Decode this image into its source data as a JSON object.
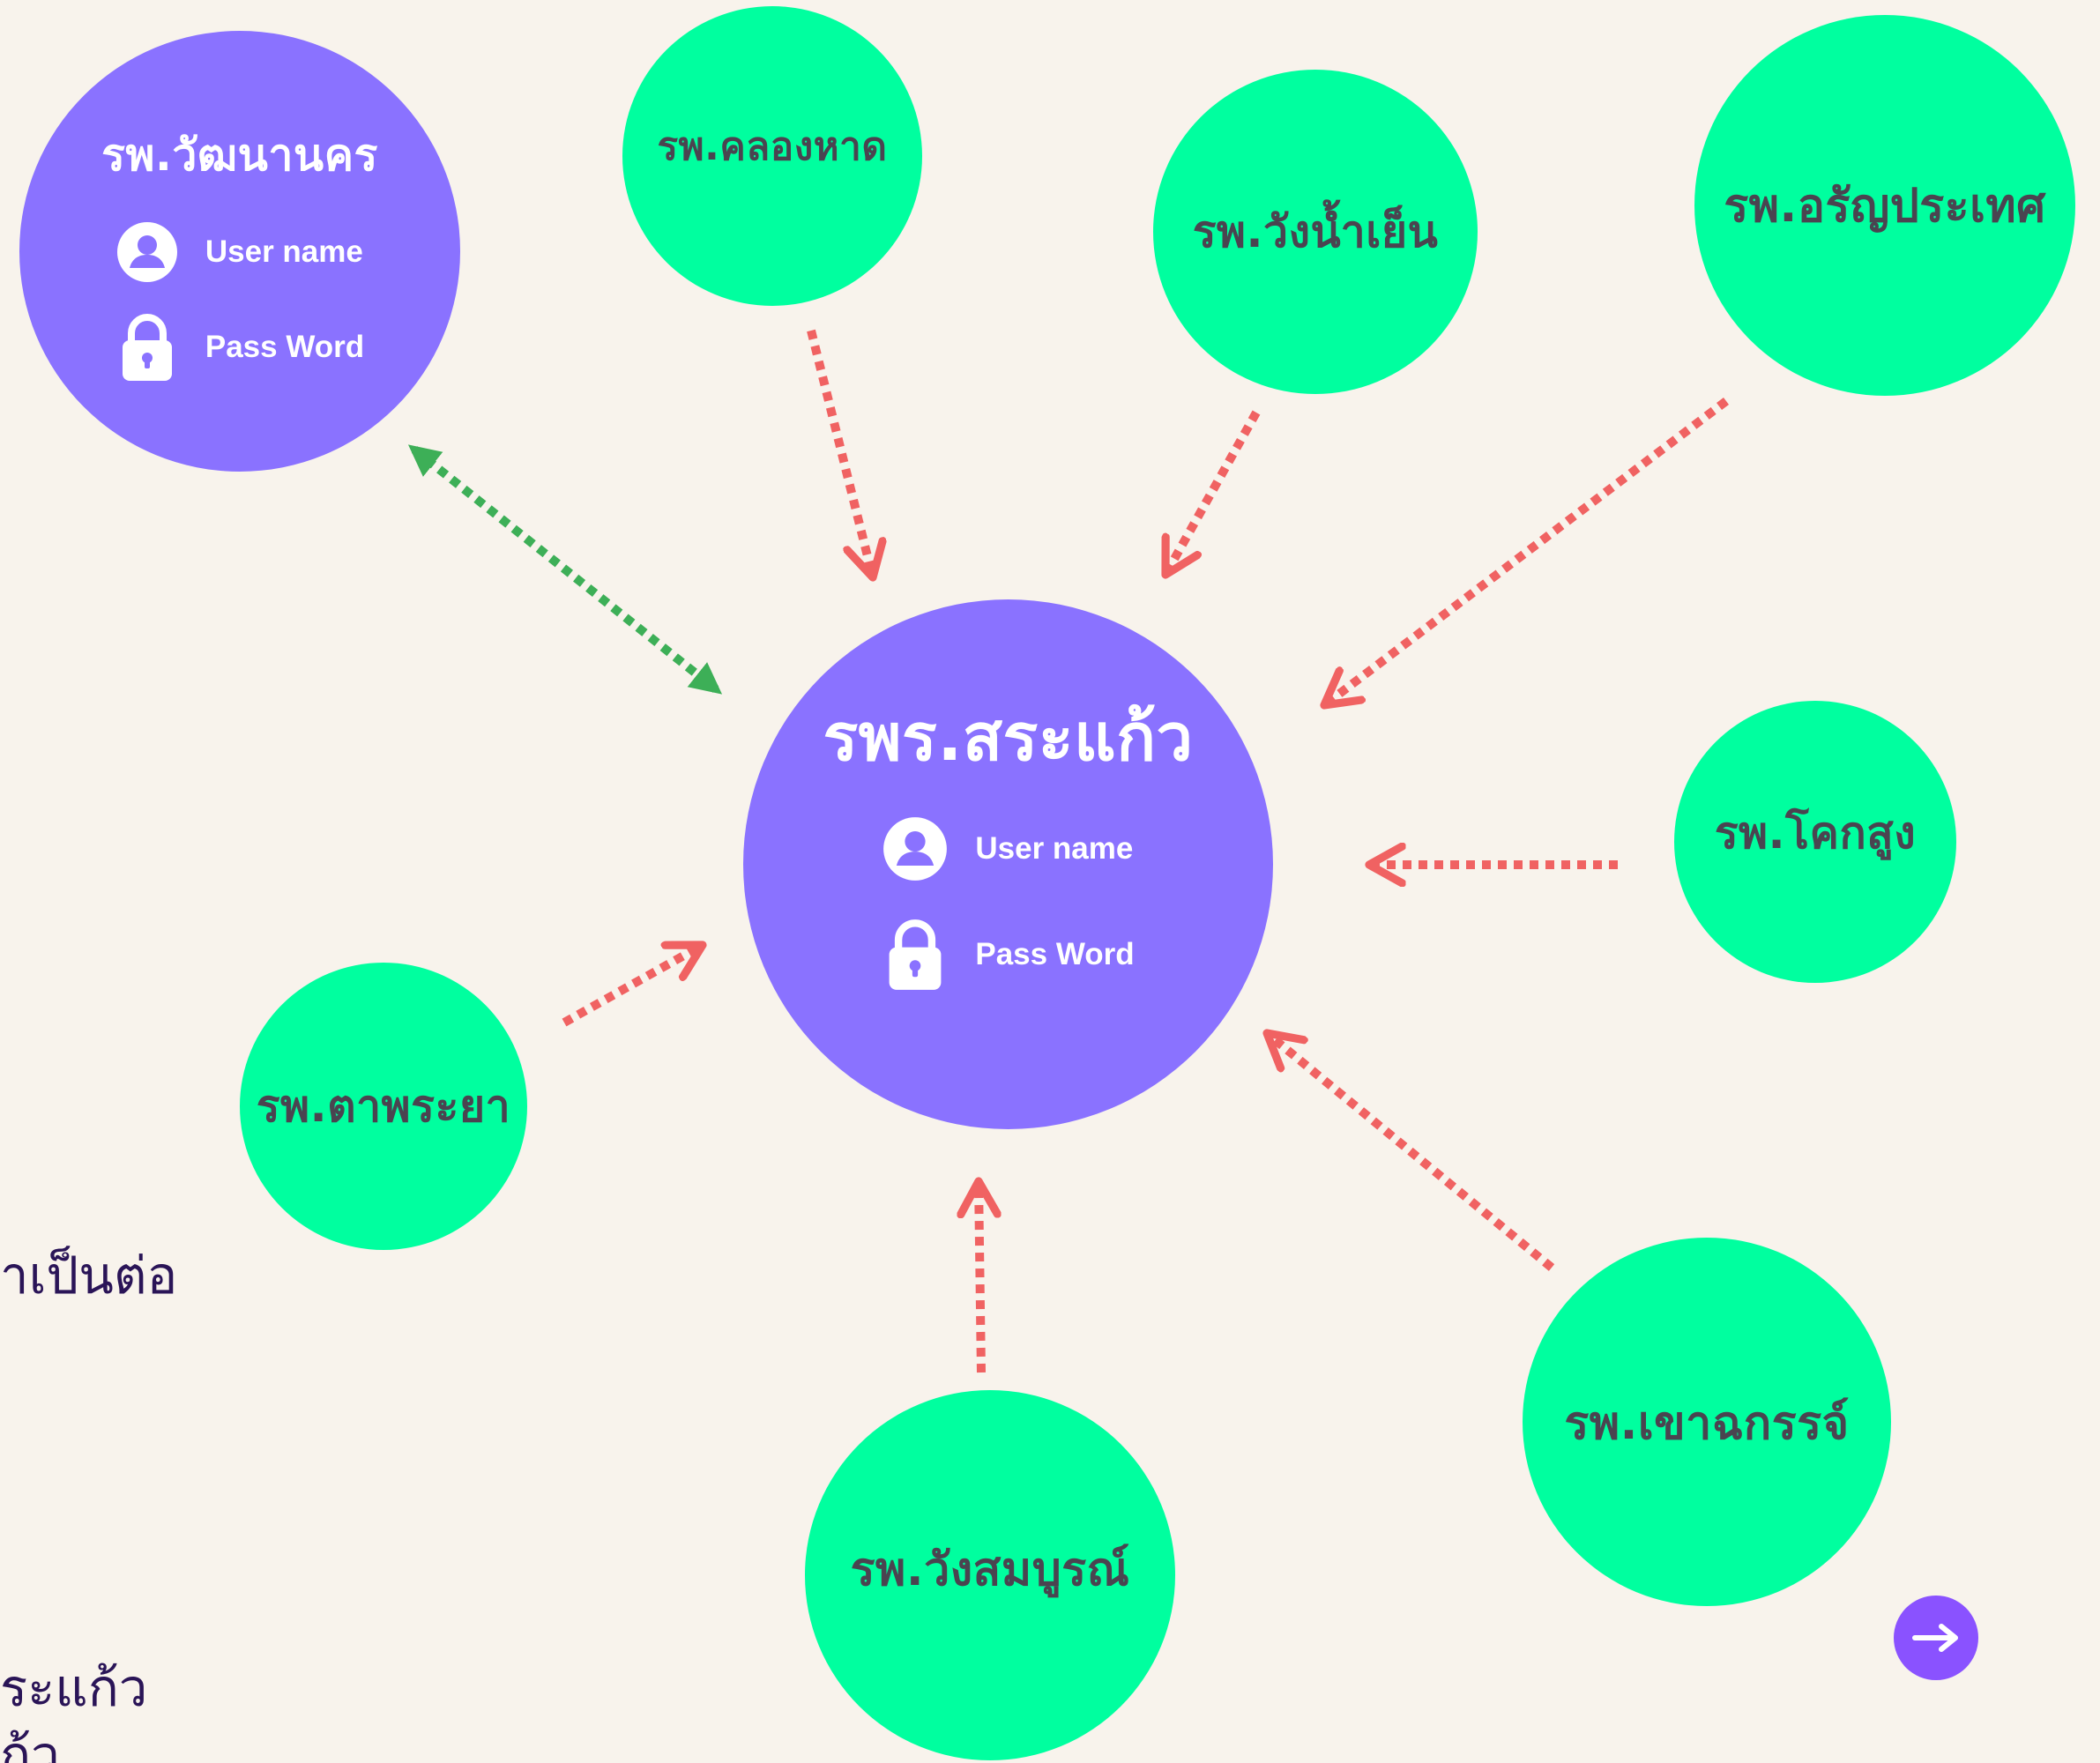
{
  "colors": {
    "background": "#f8f3ec",
    "hub": "#8a72ff",
    "node": "#00ff9f",
    "arrow_inbound": "#f06262",
    "arrow_bidirectional": "#3daf57",
    "next_button": "#8a52ff"
  },
  "hub": {
    "title": "รพร.สระแก้ว",
    "username_label": "User name",
    "password_label": "Pass Word"
  },
  "partner": {
    "title": "รพ.วัฒนานคร",
    "username_label": "User name",
    "password_label": "Pass Word"
  },
  "hospitals": {
    "khlonghat": "รพ.คลองหาด",
    "wangnamyen": "รพ.วังน้ำเย็น",
    "aranyaprathet": "รพ.อรัญประเทศ",
    "khoksung": "รพ.โคกสูง",
    "khaochakan": "รพ.เขาฉกรรจ์",
    "wangsombun": "รพ.วังสมบูรณ์",
    "taphraya": "รพ.ตาพระยา"
  },
  "side_text": {
    "line1": "าเป็นต่อ",
    "line2": "ระแก้ว",
    "line3": "ก้ว"
  },
  "icons": {
    "user": "user-circle-icon",
    "lock": "lock-icon",
    "next": "arrow-right-icon"
  }
}
